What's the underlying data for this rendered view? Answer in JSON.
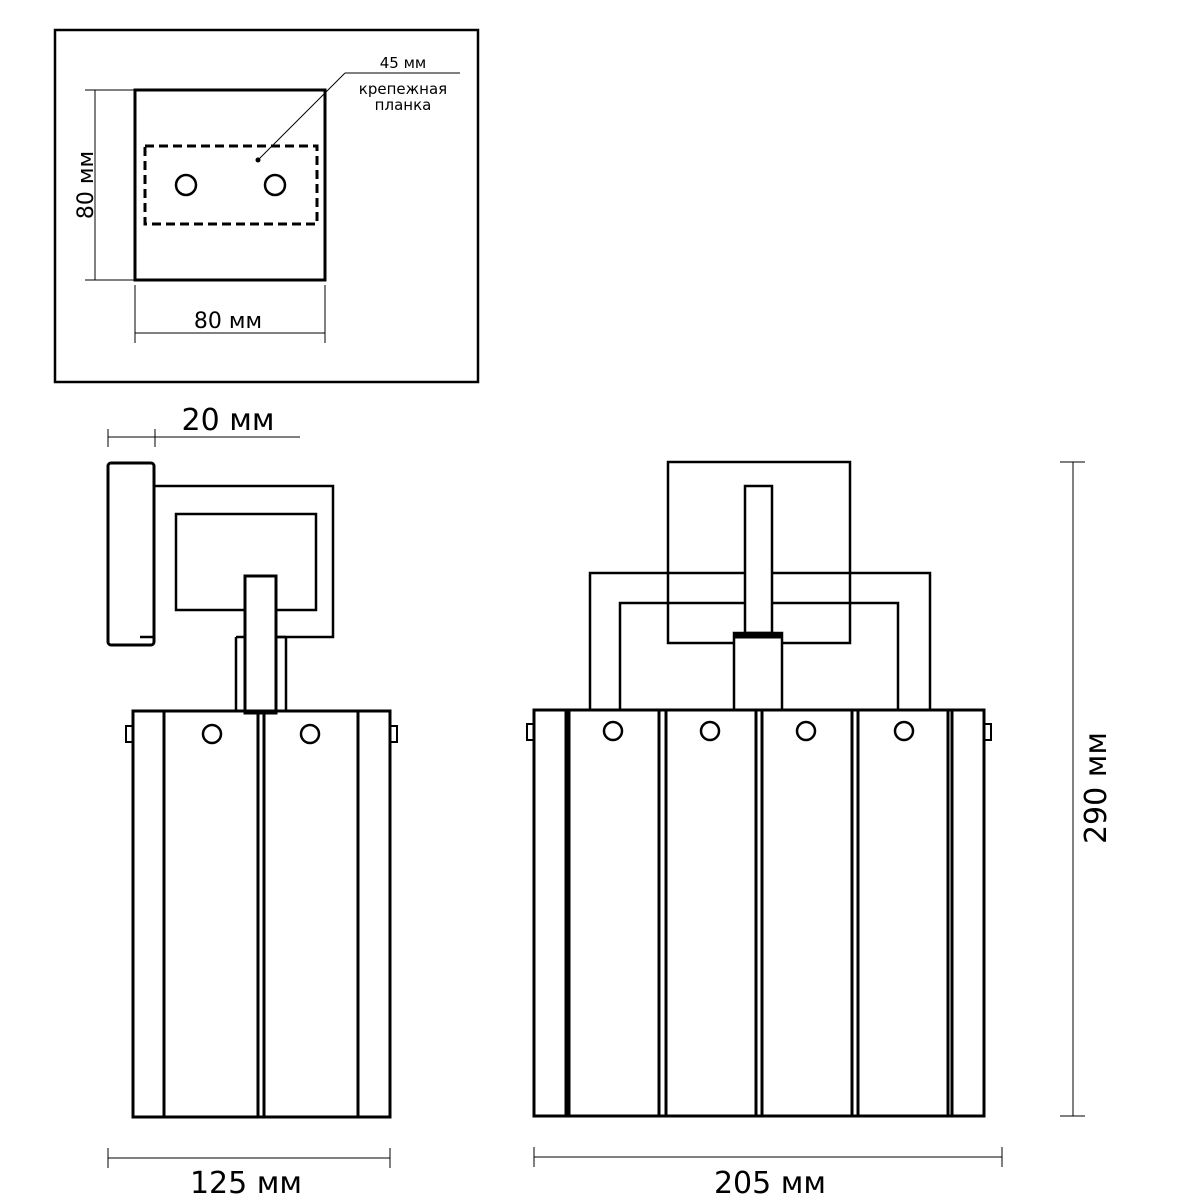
{
  "inset": {
    "plate_width": "80 мм",
    "plate_height": "80 мм",
    "bracket_length": "45 мм",
    "bracket_label": [
      "крепежная",
      "планка"
    ]
  },
  "side_view": {
    "depth_offset": "20 мм",
    "width": "125 мм"
  },
  "front_view": {
    "width": "205 мм",
    "height": "290 мм"
  }
}
